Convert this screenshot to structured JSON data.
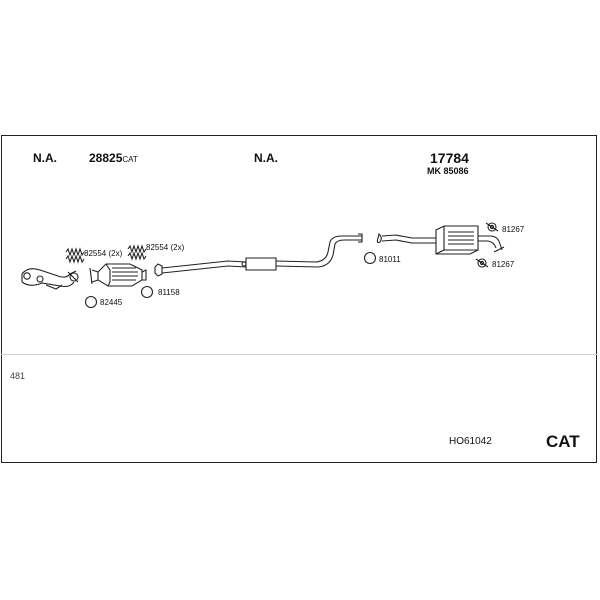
{
  "headers": {
    "col1": "N.A.",
    "col2_num": "28825",
    "col2_suffix": "CAT",
    "col3": "N.A.",
    "col4_num": "17784",
    "col4_mk": "MK 85086"
  },
  "parts": {
    "spring_left": "82554 (2x)",
    "spring_right": "82554 (2x)",
    "ring_left": "82445",
    "ring_mid": "81158",
    "ring_right": "81011",
    "hanger_top": "81267",
    "hanger_bottom": "81267"
  },
  "footer": {
    "number": "481",
    "code": "HO61042",
    "cat": "CAT"
  }
}
